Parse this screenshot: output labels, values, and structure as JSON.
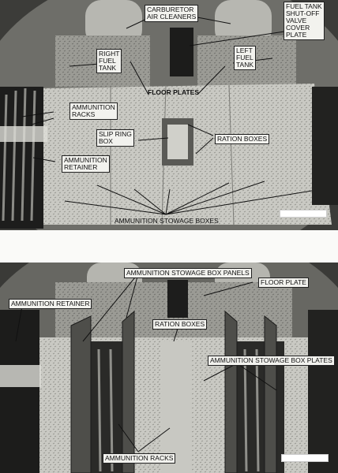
{
  "top_photo": {
    "labels": {
      "carburetor_air_cleaners": "CARBURETOR\nAIR CLEANERS",
      "fuel_tank_shutoff_valve_cover_plate": "FUEL TANK\nSHUT-OFF\nVALVE\nCOVER\nPLATE",
      "right_fuel_tank": "RIGHT\nFUEL\nTANK",
      "left_fuel_tank": "LEFT\nFUEL\nTANK",
      "floor_plates": "FLOOR PLATES",
      "ammunition_racks": "AMMUNITION\nRACKS",
      "slip_ring_box": "SLIP RING\nBOX",
      "ration_boxes": "RATION BOXES",
      "ammunition_retainer": "AMMUNITION\nRETAINER",
      "ammunition_stowage_boxes": "AMMUNITION STOWAGE BOXES"
    }
  },
  "bottom_photo": {
    "labels": {
      "ammunition_stowage_box_panels": "AMMUNITION STOWAGE BOX PANELS",
      "floor_plate": "FLOOR PLATE",
      "ammunition_retainer": "AMMUNITION RETAINER",
      "ration_boxes": "RATION BOXES",
      "ammunition_stowage_box_plates": "AMMUNITION STOWAGE BOX PLATES",
      "ammunition_racks": "AMMUNITION RACKS"
    }
  }
}
